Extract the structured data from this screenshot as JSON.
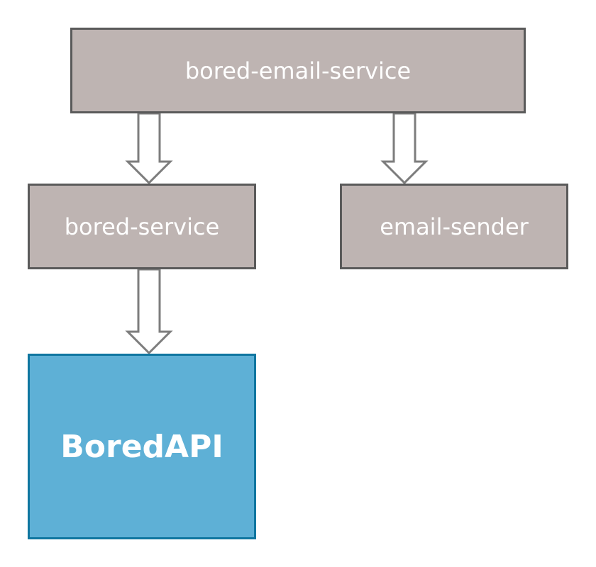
{
  "diagram": {
    "nodes": {
      "root": "bored-email-service",
      "left": "bored-service",
      "right": "email-sender",
      "api": "BoredAPI"
    },
    "edges": [
      {
        "from": "bored-email-service",
        "to": "bored-service"
      },
      {
        "from": "bored-email-service",
        "to": "email-sender"
      },
      {
        "from": "bored-service",
        "to": "BoredAPI"
      }
    ]
  },
  "colors": {
    "service_fill": "#beb4b2",
    "service_border": "#5a5a5a",
    "external_fill": "#5eb0d6",
    "external_border": "#0f76a0",
    "arrow_stroke": "#7d7d7d"
  }
}
